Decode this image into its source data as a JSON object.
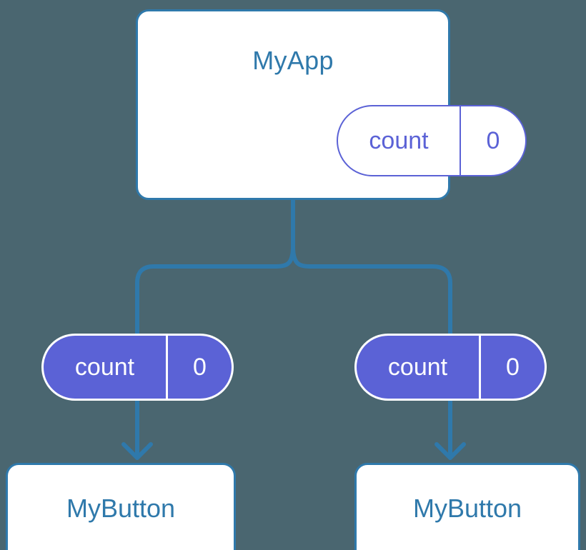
{
  "diagram": {
    "title": "MyApp component tree with count state",
    "background_color": "#4a6670",
    "accent_blue": "#2f79ab",
    "accent_purple": "#5b62d6",
    "text_white": "#ffffff"
  },
  "root": {
    "component_name": "MyApp",
    "state": {
      "key": "count",
      "value": "0"
    }
  },
  "branches": [
    {
      "state": {
        "key": "count",
        "value": "0"
      },
      "component_name": "MyButton"
    },
    {
      "state": {
        "key": "count",
        "value": "0"
      },
      "component_name": "MyButton"
    }
  ],
  "connectors": {
    "trunk_label": "root-to-split",
    "left_branch_label": "split-to-left-state",
    "right_branch_label": "split-to-right-state",
    "left_arrow_label": "left-state-to-left-button",
    "right_arrow_label": "right-state-to-right-button"
  }
}
